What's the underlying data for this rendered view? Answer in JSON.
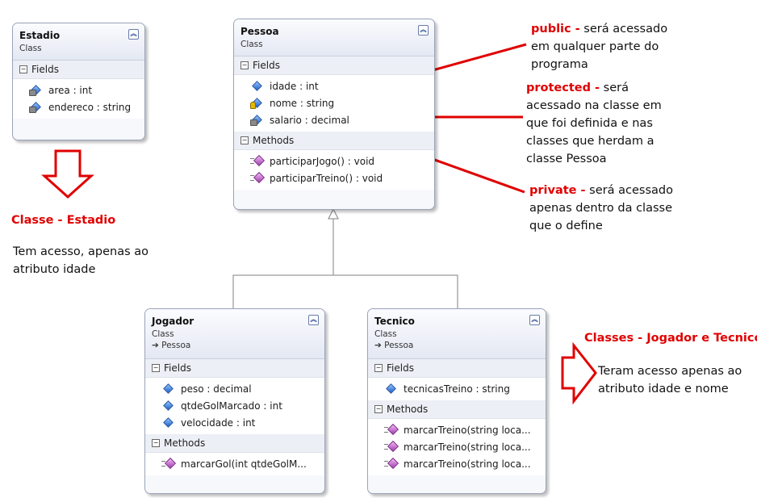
{
  "classes": {
    "estadio": {
      "name": "Estadio",
      "stereotype": "Class",
      "fields_label": "Fields",
      "fields": [
        "area : int",
        "endereco : string"
      ]
    },
    "pessoa": {
      "name": "Pessoa",
      "stereotype": "Class",
      "fields_label": "Fields",
      "fields": [
        "idade : int",
        "nome : string",
        "salario : decimal"
      ],
      "methods_label": "Methods",
      "methods": [
        "participarJogo() : void",
        "participarTreino() : void"
      ]
    },
    "jogador": {
      "name": "Jogador",
      "stereotype": "Class",
      "base": "Pessoa",
      "fields_label": "Fields",
      "fields": [
        "peso : decimal",
        "qtdeGolMarcado : int",
        "velocidade : int"
      ],
      "methods_label": "Methods",
      "methods": [
        "marcarGol(int  qtdeGolM..."
      ]
    },
    "tecnico": {
      "name": "Tecnico",
      "stereotype": "Class",
      "base": "Pessoa",
      "fields_label": "Fields",
      "fields": [
        "tecnicasTreino : string"
      ],
      "methods_label": "Methods",
      "methods": [
        "marcarTreino(string  loca...",
        "marcarTreino(string  loca...",
        "marcarTreino(string  loca..."
      ]
    }
  },
  "icons": {
    "collapse": "double-chevron-up-icon",
    "section_toggle": "minus-box-icon",
    "base_class": "arrow-right-icon",
    "public_field": "field-icon",
    "protected_field": "protected-field-icon",
    "private_field": "private-field-icon",
    "method": "method-icon"
  },
  "annotations": {
    "public": {
      "keyword": "public -",
      "text": " será acessado em qualquer parte do programa"
    },
    "protected": {
      "keyword": "protected -",
      "text": " será acessado na classe em que foi definida e nas classes que herdam a classe Pessoa"
    },
    "private": {
      "keyword": "private -",
      "text": " será acessado apenas dentro da classe que o define"
    },
    "estadio_title": "Classe - Estadio",
    "estadio_text": "Tem acesso, apenas ao atributo idade",
    "subclasses_title": "Classes - Jogador e Tecnico",
    "subclasses_text": "Teram acesso apenas ao atributo idade e nome"
  },
  "colors": {
    "accent_red": "#e00000",
    "box_border": "#9aa3b8",
    "header_gradient": "#e4e8f3",
    "connector": "#808080"
  }
}
